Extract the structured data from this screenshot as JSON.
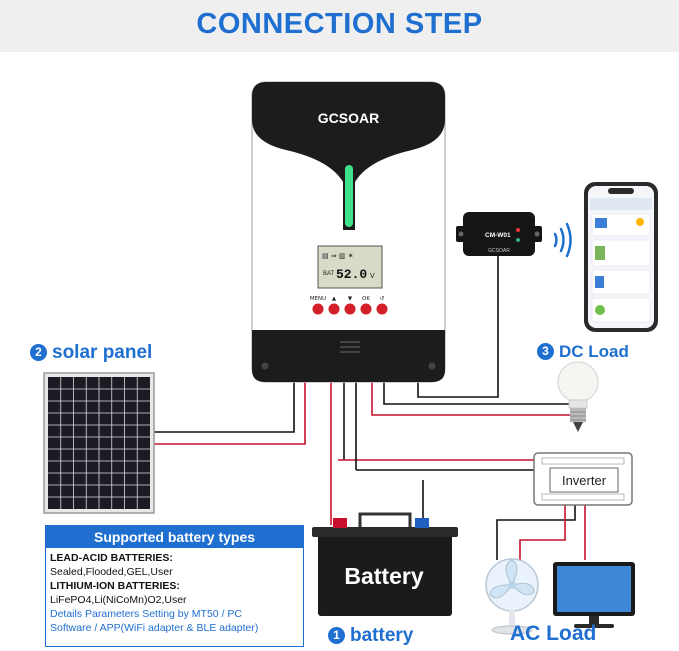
{
  "header": {
    "title": "CONNECTION STEP"
  },
  "controller": {
    "brand": "GCSOAR",
    "lcd_value": "52.0",
    "lcd_unit": "V",
    "lcd_tag": "BAT",
    "buttons": [
      "MENU",
      "▲",
      "▼",
      "OK",
      "↺"
    ]
  },
  "wifi_adapter": {
    "model": "CM-W01",
    "brand": "GCSOAR"
  },
  "labels": {
    "solar_panel": {
      "num": "2",
      "text": "solar panel"
    },
    "dc_load": {
      "num": "3",
      "text": "DC Load"
    },
    "battery": {
      "num": "1",
      "text": "battery"
    },
    "ac_load": "AC Load"
  },
  "battery_label": "Battery",
  "inverter_label": "Inverter",
  "support": {
    "title": "Supported battery types",
    "lead_acid_title": "LEAD-ACID BATTERIES:",
    "lead_acid_types": "Sealed,Flooded,GEL,User",
    "lithium_title": "LITHIUM-ION BATTERIES:",
    "lithium_types": "LiFePO4,Li(NiCoMn)O2,User",
    "note_line1": "Details Parameters Setting by MT50 / PC",
    "note_line2": "Software / APP(WiFi adapter & BLE adapter)"
  },
  "colors": {
    "accent": "#1f6fd1",
    "wire_red": "#c8102e",
    "wire_black": "#111111",
    "controller_top": "#1c1c1c"
  }
}
